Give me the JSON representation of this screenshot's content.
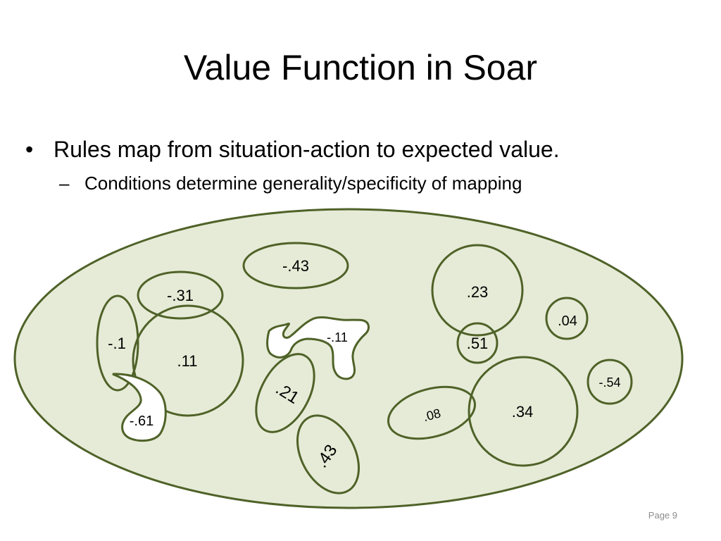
{
  "slide": {
    "title": "Value Function in Soar",
    "bullet_marker": "•",
    "sub_marker": "–",
    "bullet": "Rules map from situation-action to expected value.",
    "sub_bullet": "Conditions determine generality/specificity of mapping",
    "page": "Page 9"
  },
  "diagram": {
    "colors": {
      "fill": "#e6ebd7",
      "stroke": "#4f6228"
    },
    "regions": [
      {
        "label": "-.43"
      },
      {
        "label": "-.31"
      },
      {
        "label": "-.1"
      },
      {
        "label": ".11"
      },
      {
        "label": "-.61"
      },
      {
        "label": "-.11"
      },
      {
        "label": ".21"
      },
      {
        "label": ".43"
      },
      {
        "label": ".23"
      },
      {
        "label": ".04"
      },
      {
        "label": ".51"
      },
      {
        "label": ".34"
      },
      {
        "label": ".08"
      },
      {
        "label": "-.54"
      }
    ]
  }
}
